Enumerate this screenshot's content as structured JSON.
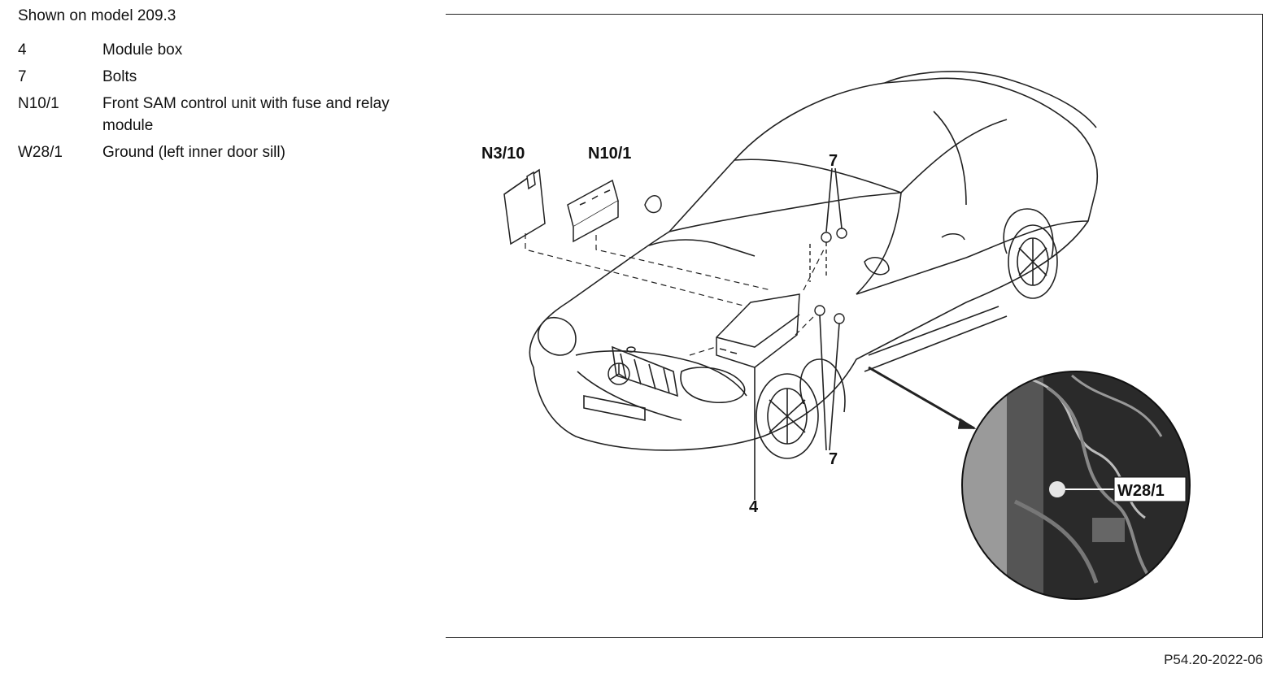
{
  "caption": "Shown on model 209.3",
  "legend": [
    {
      "code": "4",
      "desc": "Module box"
    },
    {
      "code": "7",
      "desc": "Bolts"
    },
    {
      "code": "N10/1",
      "desc": "Front SAM control unit with fuse and relay module"
    },
    {
      "code": "W28/1",
      "desc": "Ground (left inner door sill)"
    }
  ],
  "callouts": {
    "n3_10": "N3/10",
    "n10_1": "N10/1",
    "bolts_top": "7",
    "bolts_bottom": "7",
    "module_box": "4",
    "ground": "W28/1"
  },
  "figure_id": "P54.20-2022-06"
}
